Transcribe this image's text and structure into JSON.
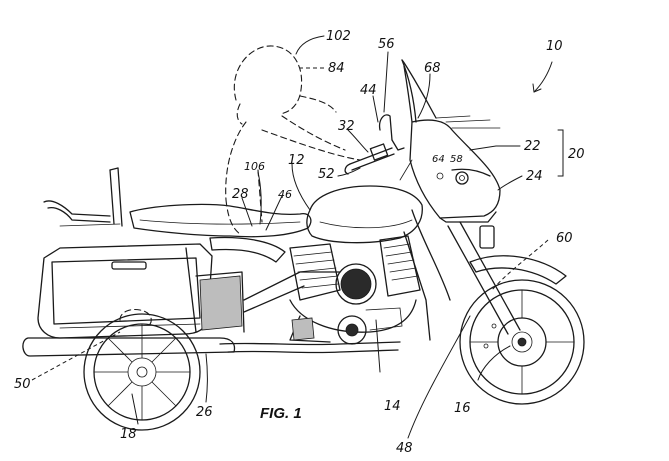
{
  "figure": {
    "caption": "FIG. 1"
  },
  "labels": {
    "l10": "10",
    "l102": "102",
    "l84": "84",
    "l56": "56",
    "l68": "68",
    "l44": "44",
    "l32": "32",
    "l22": "22",
    "l20": "20",
    "l24": "24",
    "l64": "64",
    "l58": "58",
    "l52": "52",
    "l12": "12",
    "l106": "106",
    "l46": "46",
    "l28": "28",
    "l60": "60",
    "l50": "50",
    "l26": "26",
    "l18": "18",
    "l14": "14",
    "l16": "16",
    "l48": "48"
  }
}
